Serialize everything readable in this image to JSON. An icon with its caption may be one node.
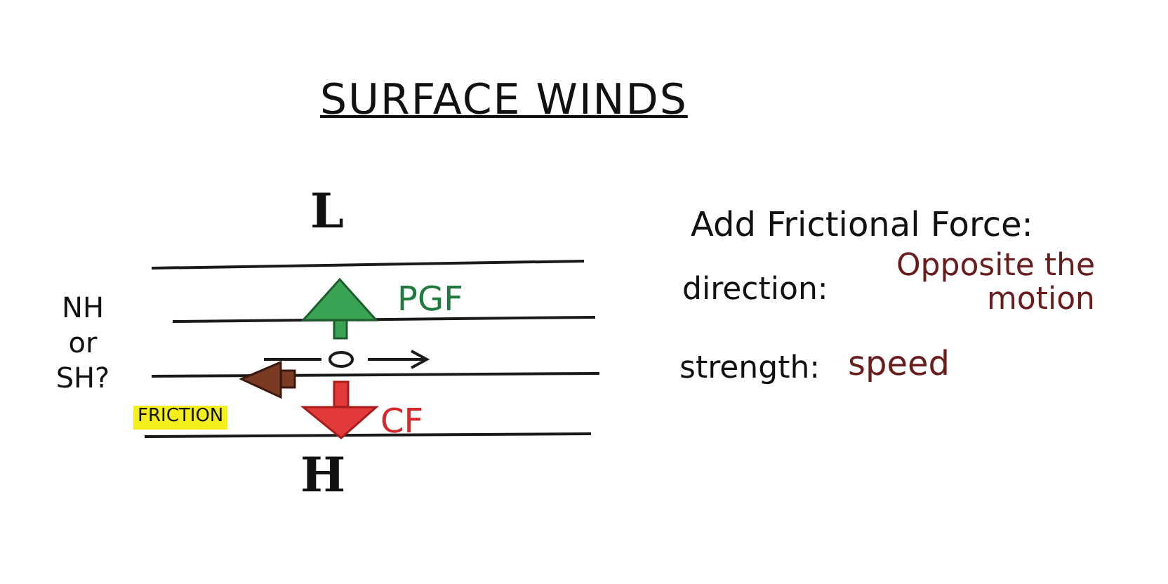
{
  "diagram": {
    "title": "SURFACE WINDS",
    "labels": [
      "L",
      "Add Frictional Force:",
      "PGF",
      "NH or SH?",
      "direction:",
      "Opposite the motion",
      "strength:",
      "speed",
      "FRICTION",
      "CF",
      "H"
    ]
  }
}
